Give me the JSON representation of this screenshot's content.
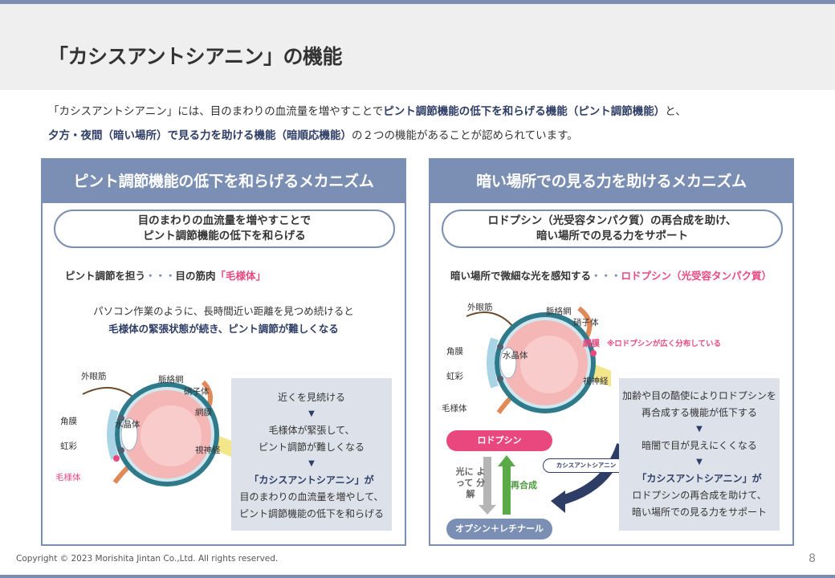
{
  "header": {
    "title": "「カシスアントシアニン」の機能"
  },
  "intro": {
    "line1_a": "「カシスアントシアニン」には、目のまわりの血流量を増やすことで",
    "line1_b": "ピント調節機能の低下を和らげる機能（ピント調節機能）",
    "line1_c": "と、",
    "line2_a": "夕方・夜間（暗い場所）で見る力を助ける機能（暗順応機能）",
    "line2_b": "の２つの機能があることが認められています。"
  },
  "left": {
    "title": "ピント調節機能の低下を和らげるメカニズム",
    "pill_line1": "目のまわりの血流量を増やすことで",
    "pill_line2": "ピント調節機能の低下を和らげる",
    "role_a": "ピント調節を担う",
    "role_dots": "・・・",
    "role_b": "目の筋肉",
    "role_c": "「毛様体」",
    "note1": "パソコン作業のように、長時間近い距離を見つめ続けると",
    "note2": "毛様体の緊張状態が続き、ピント調節が難しくなる",
    "eye_labels": {
      "l1": "外眼筋",
      "l2": "脈絡網",
      "l3": "硝子体",
      "l4": "網膜",
      "l5": "角膜",
      "l6": "水晶体",
      "l7": "虹彩",
      "l8": "視神経",
      "l9": "毛様体"
    },
    "box": {
      "t1": "近くを見続ける",
      "a1": "▼",
      "t2": "毛様体が緊張して、",
      "t3": "ピント調節が難しくなる",
      "a2": "▼",
      "t4": "「カシスアントシアニン」が",
      "t5": "目のまわりの血流量を増やして、",
      "t6": "ピント調節機能の低下を和らげる"
    }
  },
  "right": {
    "title": "暗い場所での見る力を助けるメカニズム",
    "pill_line1": "ロドプシン（光受容タンパク質）の再合成を助け、",
    "pill_line2": "暗い場所での見る力をサポート",
    "role_a": "暗い場所で微細な光を感知する",
    "role_dots": "・・・",
    "role_b": "ロドプシン（光受容タンパク質）",
    "eye_labels": {
      "l1": "外眼筋",
      "l2": "脈絡網",
      "l3": "硝子体",
      "l4": "網膜",
      "l4note": "※ロドプシンが広く分布している",
      "l5": "角膜",
      "l6": "水晶体",
      "l7": "虹彩",
      "l8": "視神経",
      "l9": "毛様体"
    },
    "cycle": {
      "rhodopsin": "ロドプシン",
      "decomp": "光に よって 分解",
      "resynth": "再合成",
      "cassis": "カシスアントシアニン",
      "opsin": "オプシン＋レチナール"
    },
    "box": {
      "t1": "加齢や目の酷使によりロドプシンを",
      "t2": "再合成する機能が低下する",
      "a1": "▼",
      "t3": "暗闇で目が見えにくくなる",
      "a2": "▼",
      "t4": "「カシスアントシアニン」が",
      "t5": "ロドプシンの再合成を助けて、",
      "t6": "暗い場所での見る力をサポート"
    }
  },
  "footer": {
    "copyright": "Copyright © 2023 Morishita Jintan Co.,Ltd. All rights reserved.",
    "page": "8"
  },
  "colors": {
    "accent": "#7b8fb5",
    "navy": "#2e3d66",
    "pink": "#e8487d",
    "green": "#4a9a3c"
  }
}
